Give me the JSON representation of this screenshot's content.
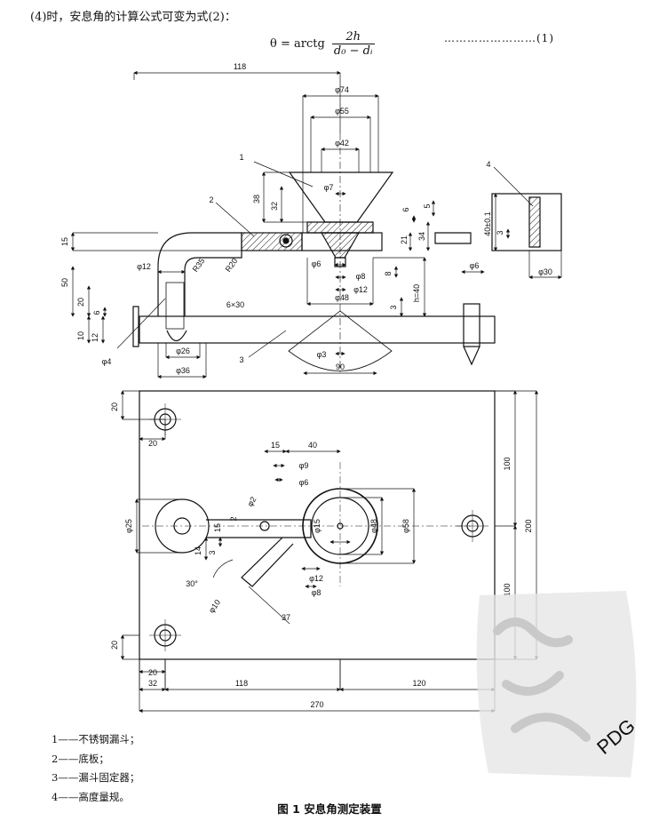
{
  "header": {
    "intro": "(4)时，安息角的计算公式可变为式(2)：",
    "formula_lhs": "θ = arctg",
    "formula_num": "2h",
    "formula_den": "d₀ − dᵢ",
    "formula_number": "……………………(1)"
  },
  "diagram": {
    "dims_top": [
      "118",
      "φ74",
      "φ55",
      "φ42",
      "φ7",
      "38",
      "32",
      "6",
      "5",
      "21",
      "34",
      "40±0.1",
      "15",
      "3",
      "50",
      "20",
      "6",
      "10",
      "12",
      "R35",
      "R20",
      "6×30",
      "φ12",
      "φ6",
      "φ8",
      "φ12",
      "φ48",
      "h=40",
      "3",
      "8",
      "φ4",
      "φ26",
      "φ36",
      "φ3",
      "90",
      "φ6",
      "φ30"
    ],
    "dims_plan": [
      "20",
      "20",
      "15",
      "40",
      "φ9",
      "φ6",
      "φ2",
      "2",
      "15",
      "φ25",
      "φ15",
      "φ48",
      "φ58",
      "100",
      "200",
      "100",
      "14",
      "3",
      "30°",
      "φ12",
      "φ8",
      "φ10",
      "37",
      "20",
      "20",
      "32",
      "118",
      "120",
      "270"
    ],
    "part_numbers": [
      "1",
      "2",
      "3",
      "4"
    ]
  },
  "legend": [
    "1——不锈钢漏斗；",
    "2——底板；",
    "3——漏斗固定器；",
    "4——高度量规。"
  ],
  "caption": "图 1    安息角测定装置",
  "watermark": "PDG"
}
